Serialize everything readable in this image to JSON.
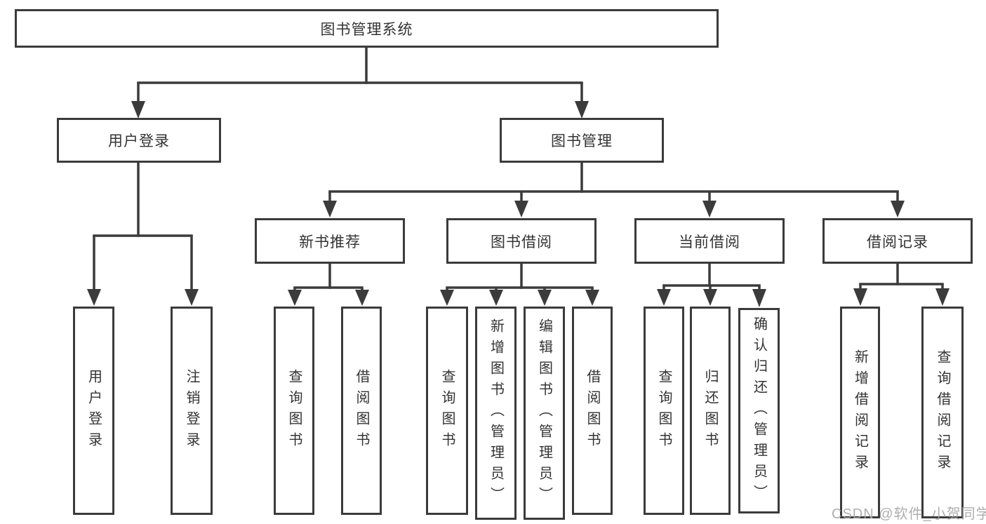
{
  "diagram": {
    "root": {
      "label": "图书管理系统"
    },
    "level2": [
      {
        "label": "用户登录"
      },
      {
        "label": "图书管理"
      }
    ],
    "level3": [
      {
        "label": "新书推荐"
      },
      {
        "label": "图书借阅"
      },
      {
        "label": "当前借阅"
      },
      {
        "label": "借阅记录"
      }
    ],
    "leaves": [
      {
        "label": "用户登录"
      },
      {
        "label": "注销登录"
      },
      {
        "label": "查询图书"
      },
      {
        "label": "借阅图书"
      },
      {
        "label": "查询图书"
      },
      {
        "label": "新增图书（管理员）"
      },
      {
        "label": "编辑图书（管理员）"
      },
      {
        "label": "借阅图书"
      },
      {
        "label": "查询图书"
      },
      {
        "label": "归还图书"
      },
      {
        "label": "确认归还（管理员）"
      },
      {
        "label": "新增借阅记录"
      },
      {
        "label": "查询借阅记录"
      }
    ]
  },
  "watermark": "CSDN @软件_小贺同学",
  "colors": {
    "line": "#3b3b3b",
    "text": "#333333",
    "background": "#ffffff",
    "watermark": "#a5a5a5"
  }
}
